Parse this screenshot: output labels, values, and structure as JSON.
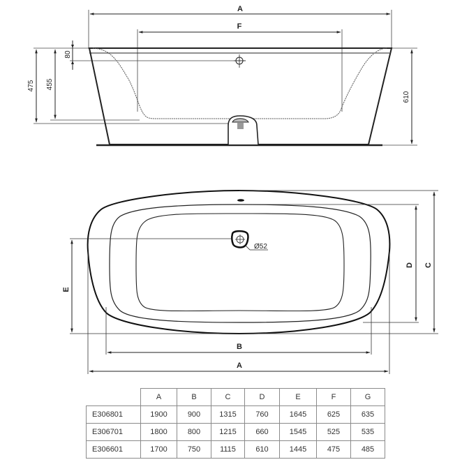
{
  "side_view": {
    "labels": {
      "A": "A",
      "F": "F"
    },
    "dimensions": {
      "overflow_offset": "80",
      "inner_height": "455",
      "rim_height": "475",
      "total_height": "610"
    }
  },
  "top_view": {
    "labels": {
      "B": "B",
      "A": "A",
      "C": "C",
      "D": "D",
      "E": "E"
    },
    "drain_label": "Ø52"
  },
  "table": {
    "headers": [
      "",
      "A",
      "B",
      "C",
      "D",
      "E",
      "F",
      "G"
    ],
    "rows": [
      {
        "code": "E306801",
        "values": [
          "1900",
          "900",
          "1315",
          "760",
          "1645",
          "625",
          "635"
        ]
      },
      {
        "code": "E306701",
        "values": [
          "1800",
          "800",
          "1215",
          "660",
          "1545",
          "525",
          "535"
        ]
      },
      {
        "code": "E306601",
        "values": [
          "1700",
          "750",
          "1115",
          "610",
          "1445",
          "475",
          "485"
        ]
      }
    ]
  }
}
